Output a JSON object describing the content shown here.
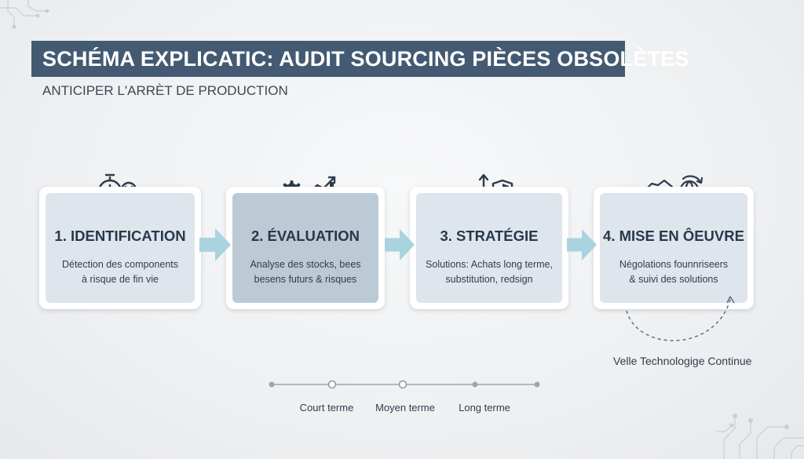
{
  "title": "SCHÉMA EXPLICATIC: AUDIT SOURCING PIÈCES OBSOLÈTES",
  "subtitle": "ANTICIPER L'ARRÈT DE PRODUCTION",
  "steps": [
    {
      "title": "1. IDENTIFICATION",
      "description": "Détection des components\nà risque de fin vie",
      "icon": "stopwatch-magnifier-icon"
    },
    {
      "title": "2. ÉVALUATION",
      "description": "Analyse des stocks, bees\nbesens futurs & risques",
      "icon": "gear-chart-icon"
    },
    {
      "title": "3. STRATÉGIE",
      "description": "Solutions: Achats long terme,\nsubstitution, redsign",
      "icon": "arrows-shield-icon"
    },
    {
      "title": "4. MISE EN ÔEUVRE",
      "description": "Négolations founnriseers\n& suivi des solutions",
      "icon": "handshake-globe-icon"
    }
  ],
  "loop_label": "Velle Technologige Continue",
  "timeline": {
    "labels": [
      "Court terme",
      "Moyen terme",
      "Long terme"
    ]
  },
  "colors": {
    "title_bg": "#435a72",
    "card_light": "#dfe5ec",
    "card_dark": "#bccad6",
    "arrow": "#a9d3de",
    "icon": "#2f3b48"
  }
}
